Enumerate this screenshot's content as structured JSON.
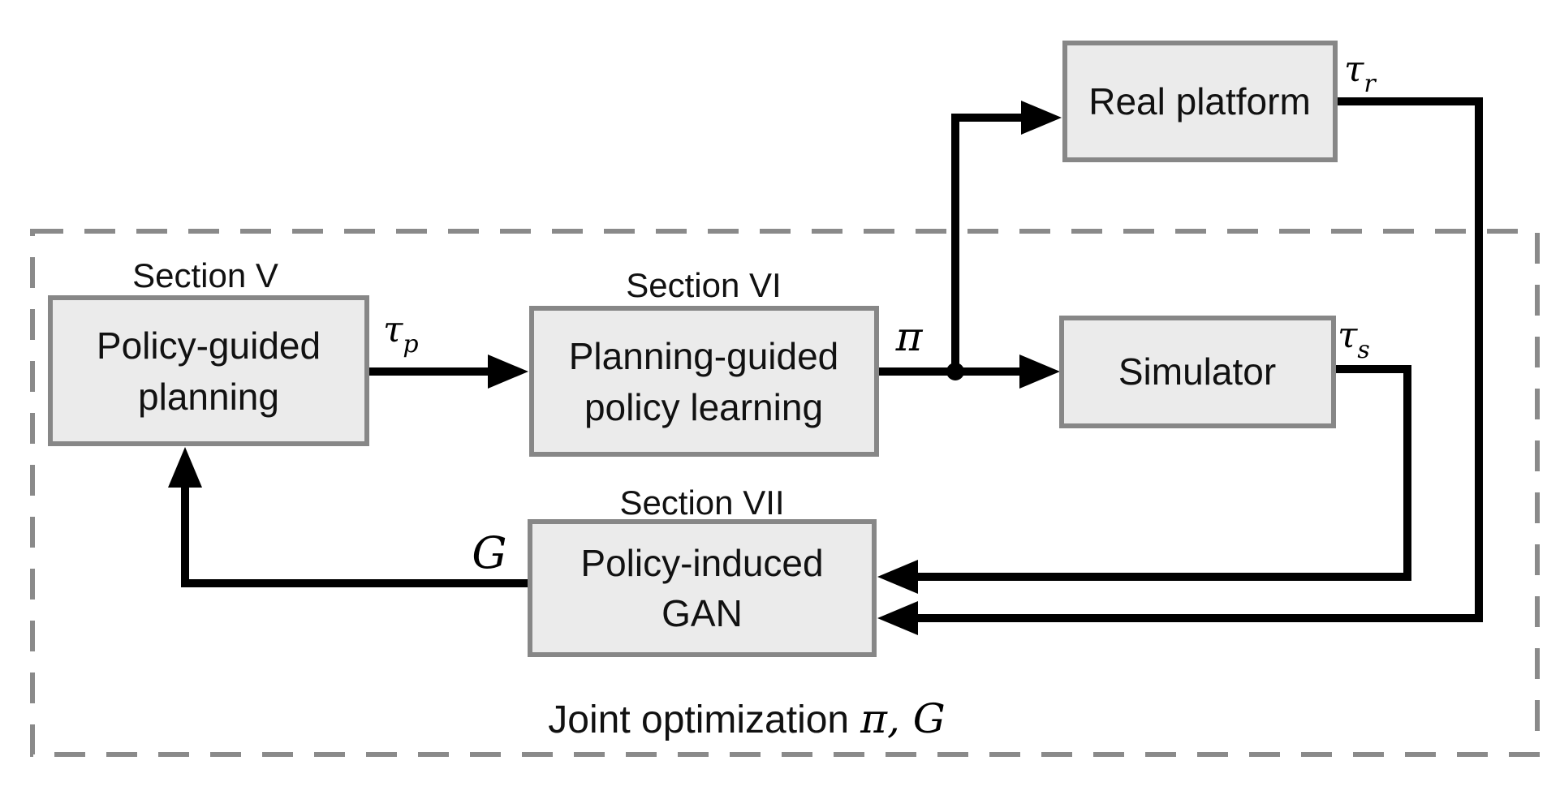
{
  "figure": {
    "boxes": {
      "policy_guided_planning": {
        "line1": "Policy-guided",
        "line2": "planning"
      },
      "planning_guided_policy_learning": {
        "line1": "Planning-guided",
        "line2": "policy learning"
      },
      "policy_induced_gan": {
        "line1": "Policy-induced",
        "line2": "GAN"
      },
      "real_platform": {
        "label": "Real platform"
      },
      "simulator": {
        "label": "Simulator"
      }
    },
    "section_labels": {
      "section_v": "Section V",
      "section_vi": "Section VI",
      "section_vii": "Section VII"
    },
    "edge_labels": {
      "tau": "τ",
      "sub_p": "p",
      "sub_r": "r",
      "sub_s": "s",
      "pi": "π",
      "g": "G"
    },
    "caption": {
      "text": "Joint optimization",
      "math": "π, G"
    },
    "colors": {
      "box_fill": "#ebebeb",
      "box_border": "#878787",
      "dashed_border": "#8a8a8a",
      "arrow": "#000000",
      "text": "#111111"
    }
  }
}
